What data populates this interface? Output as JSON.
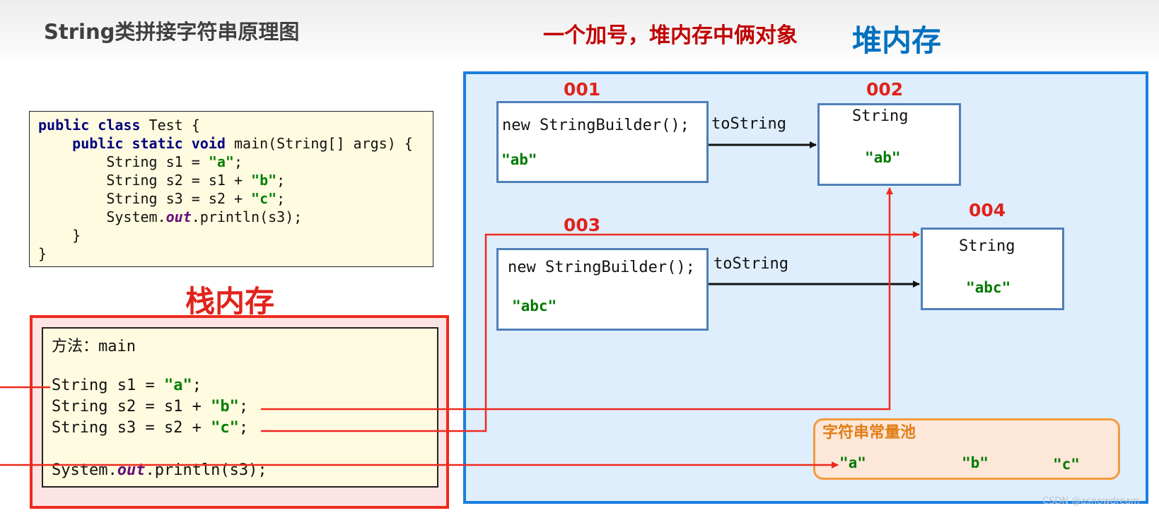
{
  "header": {
    "title": "String类拼接字符串原理图",
    "subtitle": "一个加号，堆内存中俩对象"
  },
  "heap": {
    "label": "堆内存"
  },
  "stack": {
    "label": "栈内存",
    "method": "方法：main"
  },
  "code": {
    "l1_kw": "public class",
    "l1_rest": " Test {",
    "l2_ind": "    ",
    "l2_kw": "public static void",
    "l2_rest": " main(String[] args) {",
    "l3_pre": "        String s1 = ",
    "l3_str": "\"a\"",
    "l3_end": ";",
    "l4_pre": "        String s2 = s1 + ",
    "l4_str": "\"b\"",
    "l4_end": ";",
    "l5_pre": "        String s3 = s2 + ",
    "l5_str": "\"c\"",
    "l5_end": ";",
    "l6_pre": "        System.",
    "l6_out": "out",
    "l6_end": ".println(s3);",
    "l7": "    }",
    "l8": "}"
  },
  "stack_code": {
    "s1_pre": "String s1 = ",
    "s1_str": "\"a\"",
    "s1_end": ";",
    "s2_pre": "String s2 = s1 + ",
    "s2_str": "\"b\"",
    "s2_end": ";",
    "s3_pre": "String s3 = s2 + ",
    "s3_str": "\"c\"",
    "s3_end": ";",
    "p_pre": "System.",
    "p_out": "out",
    "p_end": ".println(s3);"
  },
  "objects": {
    "o001": {
      "addr": "001",
      "code": "new StringBuilder();",
      "value": "\"ab\""
    },
    "o002": {
      "addr": "002",
      "type": "String",
      "value": "\"ab\""
    },
    "o003": {
      "addr": "003",
      "code": "new StringBuilder();",
      "value": "\"abc\""
    },
    "o004": {
      "addr": "004",
      "type": "String",
      "value": "\"abc\""
    }
  },
  "arrows": {
    "tostring_1": "toString",
    "tostring_2": "toString"
  },
  "pool": {
    "label": "字符串常量池",
    "items": [
      "\"a\"",
      "\"b\"",
      "\"c\""
    ]
  },
  "watermark": "CSDN @asnowdream",
  "colors": {
    "heap_border": "#1a7fe0",
    "stack_border": "#ee2a1e",
    "pool_border": "#f39a3c",
    "address_red": "#e0231b",
    "string_green": "#007a00"
  }
}
